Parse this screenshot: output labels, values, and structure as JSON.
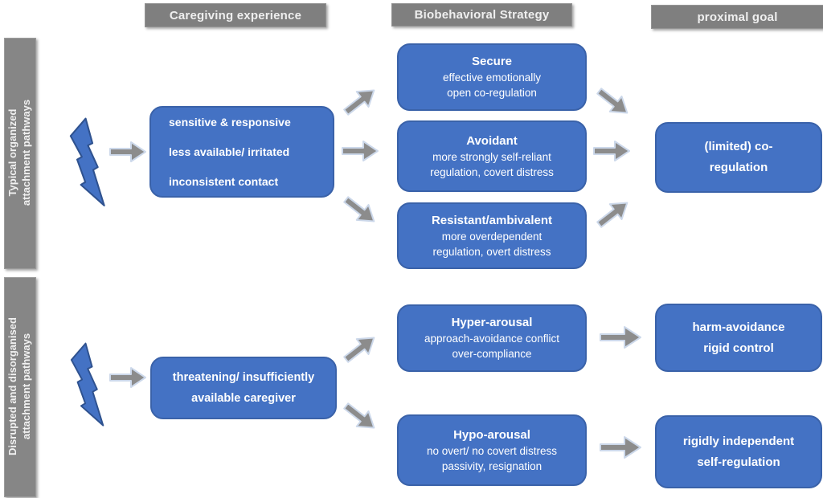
{
  "colors": {
    "box_blue": "#4472C4",
    "box_border": "#3a62a9",
    "bolt_outline": "#2F528F",
    "gray_header": "#7f7f7f",
    "gray_bar": "#868686",
    "arrow_fill": "#8c8c8c",
    "arrow_outline": "#ccd8ea",
    "text_white": "#ffffff"
  },
  "icons": {
    "lightning": "lightning-bolt",
    "connector": "block-arrow"
  },
  "headers": {
    "caregiving": "Caregiving experience",
    "strategy": "Biobehavioral Strategy",
    "goal": "proximal goal"
  },
  "sidebars": {
    "top": {
      "line1": "Typical organized",
      "line2": "attachment pathways"
    },
    "bottom": {
      "line1": "Disrupted and disorganised",
      "line2": "attachment pathways"
    }
  },
  "boxes": {
    "caregiving_top": {
      "lines": [
        "sensitive & responsive",
        "less available/ irritated",
        "inconsistent contact"
      ]
    },
    "caregiving_bottom": {
      "lines": [
        "threatening/ insufficiently",
        "available caregiver"
      ]
    },
    "secure": {
      "title": "Secure",
      "lines": [
        "effective emotionally",
        "open co-regulation"
      ]
    },
    "avoidant": {
      "title": "Avoidant",
      "lines": [
        "more strongly self-reliant",
        "regulation, covert distress"
      ]
    },
    "resistant": {
      "title": "Resistant/ambivalent",
      "lines": [
        "more overdependent",
        "regulation, overt distress"
      ]
    },
    "hyper": {
      "title": "Hyper-arousal",
      "lines": [
        "approach-avoidance conflict",
        "over-compliance"
      ]
    },
    "hypo": {
      "title": "Hypo-arousal",
      "lines": [
        "no overt/ no covert distress",
        "passivity, resignation"
      ]
    },
    "goal_coreg": {
      "lines": [
        "(limited) co-",
        "regulation"
      ]
    },
    "goal_harm": {
      "lines": [
        "harm-avoidance",
        "rigid control"
      ]
    },
    "goal_rigid": {
      "lines": [
        "rigidly independent",
        "self-regulation"
      ]
    }
  }
}
